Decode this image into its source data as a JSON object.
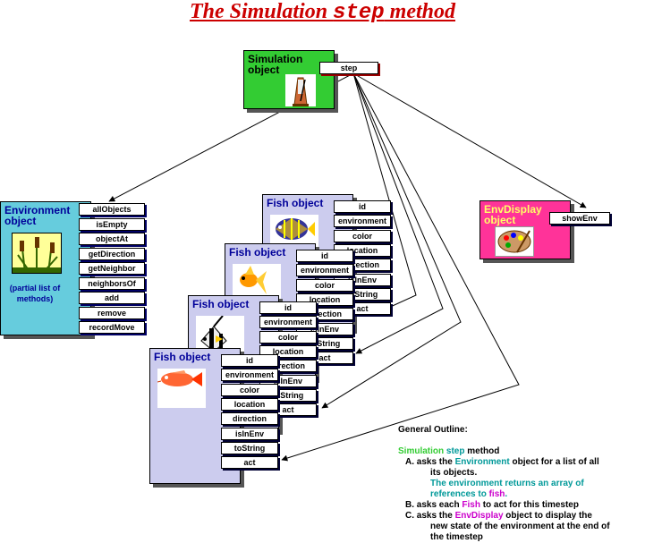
{
  "title": {
    "prefix": "The Simulation ",
    "step": "step",
    "suffix": " method"
  },
  "simulation": {
    "title": "Simulation object",
    "method": "step"
  },
  "environment": {
    "title": "Environment object",
    "note": "(partial list of methods)",
    "methods": [
      "allObjects",
      "isEmpty",
      "objectAt",
      "getDirection",
      "getNeighbor",
      "neighborsOf",
      "add",
      "remove",
      "recordMove"
    ]
  },
  "envdisplay": {
    "title": "EnvDisplay object",
    "method": "showEnv"
  },
  "fish": {
    "title": "Fish object",
    "methods": [
      "id",
      "environment",
      "color",
      "location",
      "direction",
      "isInEnv",
      "toString",
      "act"
    ]
  },
  "outline": {
    "heading": "General Outline:",
    "line1": {
      "sim": "Simulation",
      "step": "step",
      "rest": " method"
    },
    "a": {
      "pre": "A.  asks the ",
      "env": "Environment",
      "post": " object for a list of all"
    },
    "a2": "its objects.",
    "a3": "The environment returns an array of",
    "a4": {
      "pre": "references to ",
      "fish": "fish",
      "post": "."
    },
    "b": {
      "pre": "B.  asks each ",
      "fish": "Fish",
      "post": " to act for this timestep"
    },
    "c": {
      "pre": "C.  asks the ",
      "envd": "EnvDisplay",
      "post": " object to display the"
    },
    "c2": "new state of the environment at the end of",
    "c3": "the timestep"
  },
  "colors": {
    "title": "#cc0000",
    "simulation": "#33cc33",
    "environment": "#66ccdd",
    "envdisplay": "#ff3399",
    "fish": "#ccccee",
    "object_title": "#000099",
    "outline_green": "#33cc33",
    "outline_teal": "#009999",
    "outline_magenta": "#cc00cc"
  }
}
